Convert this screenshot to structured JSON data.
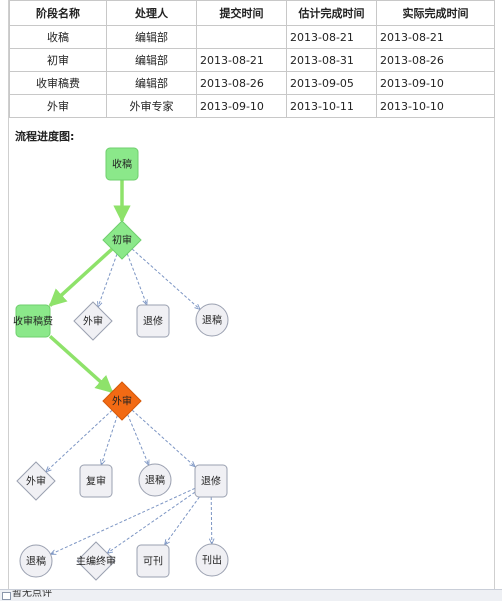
{
  "table": {
    "headers": [
      "阶段名称",
      "处理人",
      "提交时间",
      "估计完成时间",
      "实际完成时间"
    ],
    "rows": [
      [
        "收稿",
        "编辑部",
        "",
        "2013-08-21",
        "2013-08-21"
      ],
      [
        "初审",
        "编辑部",
        "2013-08-21",
        "2013-08-31",
        "2013-08-26"
      ],
      [
        "收审稿费",
        "编辑部",
        "2013-08-26",
        "2013-09-05",
        "2013-09-10"
      ],
      [
        "外审",
        "外审专家",
        "2013-09-10",
        "2013-10-11",
        "2013-10-10"
      ]
    ]
  },
  "flow": {
    "title": "流程进度图:",
    "nodes": {
      "shougao": "收稿",
      "chushen": "初审",
      "shoushengaofei": "收审稿费",
      "waishen_1": "外审",
      "tuixiu_1": "退修",
      "tuigao_1": "退稿",
      "waishen_current": "外审",
      "waishen_2": "外审",
      "fushen": "复审",
      "tuigao_2": "退稿",
      "tuixiu_2": "退修",
      "tuigao_3": "退稿",
      "zhubian_zhongshen": "主编终审",
      "kekan": "可刊",
      "kanchu": "刊出"
    },
    "colors": {
      "completed": "#8be88a",
      "current": "#f26a14",
      "pending_fill": "#f0f0f4",
      "pending_stroke": "#9aa0b0",
      "active_edge": "#8ee26a",
      "pending_edge": "#7d96c4"
    }
  },
  "footer": {
    "status_text": "暂无点评"
  }
}
